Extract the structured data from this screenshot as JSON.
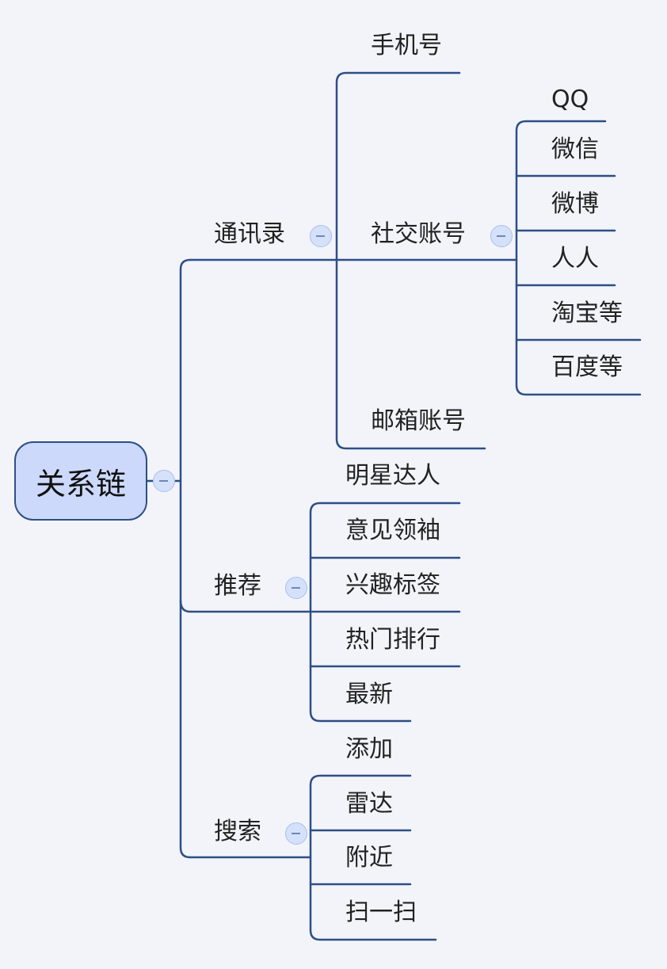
{
  "root": {
    "label": "关系链"
  },
  "branches": {
    "contacts": {
      "label": "通讯录",
      "children": {
        "phone": "手机号",
        "social": {
          "label": "社交账号",
          "children": [
            "QQ",
            "微信",
            "微博",
            "人人",
            "淘宝等",
            "百度等"
          ]
        },
        "email": "邮箱账号"
      }
    },
    "recommend": {
      "label": "推荐",
      "children": [
        "明星达人",
        "意见领袖",
        "兴趣标签",
        "热门排行",
        "最新"
      ]
    },
    "search": {
      "label": "搜索",
      "children": [
        "添加",
        "雷达",
        "附近",
        "扫一扫"
      ]
    }
  },
  "colors": {
    "line": "#2c4f86",
    "root_fill": "#ccd9fb",
    "collapse_fill": "#d5e1fb",
    "background": "#f3f4fa"
  },
  "icons": {
    "collapse": "collapse-icon"
  }
}
